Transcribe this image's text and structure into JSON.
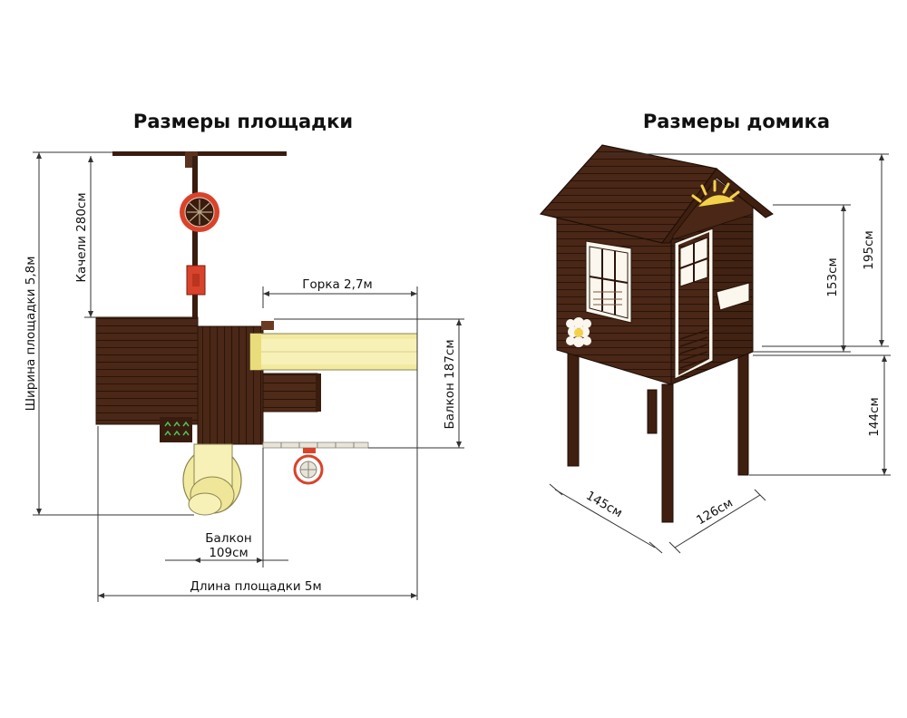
{
  "titles": {
    "playground": "Размеры площадки",
    "house": "Размеры домика"
  },
  "playground_dims": {
    "width": "Ширина площадки 5,8м",
    "swing": "Качели 280см",
    "slide": "Горка 2,7м",
    "balcony_side": "Балкон 187см",
    "balcony_front_line1": "Балкон",
    "balcony_front_line2": "109см",
    "length": "Длина площадки 5м"
  },
  "house_dims": {
    "total_height": "195см",
    "wall_height": "153см",
    "leg_height": "144см",
    "depth": "145см",
    "width": "126см"
  },
  "colors": {
    "wood_dark": "#3f1f10",
    "wood_mid": "#5a3220",
    "wood_line": "#2a140a",
    "slide_yellow": "#f1eaa0",
    "red": "#d9432b",
    "sun": "#f3d24a"
  }
}
